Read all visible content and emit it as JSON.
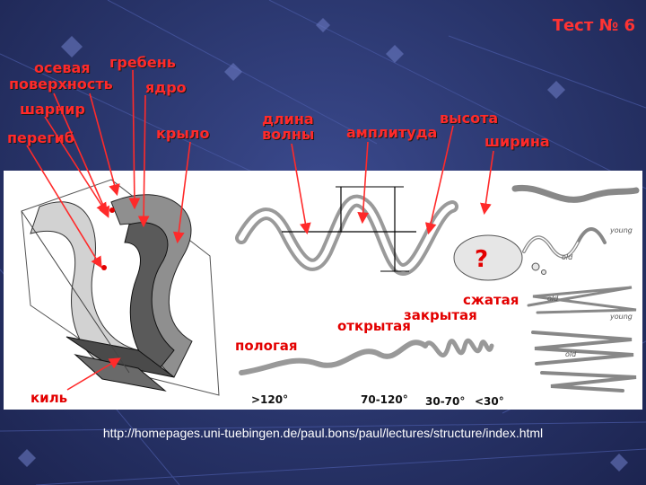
{
  "slide": {
    "title": "Тест № 6",
    "url": "http://homepages.uni-tuebingen.de/paul.bons/paul/lectures/structure/index.html"
  },
  "labels": {
    "axial_surface": "осевая\nповерхность",
    "crest": "гребень",
    "core": "ядро",
    "hinge": "шарнир",
    "bend": "перегиб",
    "limb": "крыло",
    "wavelength": "длина\nволны",
    "amplitude": "амплитуда",
    "height": "высота",
    "width": "ширина",
    "keel": "киль",
    "question": "?"
  },
  "fold_types": {
    "gentle": "пологая",
    "open": "открытая",
    "closed": "закрытая",
    "tight": "сжатая"
  },
  "angles": {
    "a1": ">120°",
    "a2": "70-120°",
    "a3": "30-70°",
    "a4": "<30°"
  },
  "small_labels": {
    "young1": "young",
    "old1": "old",
    "old2": "old",
    "young2": "young",
    "old3": "old"
  },
  "colors": {
    "label_red": "#ff2a2a",
    "background": "#29356b",
    "panel": "#ffffff",
    "fold_gray": "#a8a8a8"
  }
}
